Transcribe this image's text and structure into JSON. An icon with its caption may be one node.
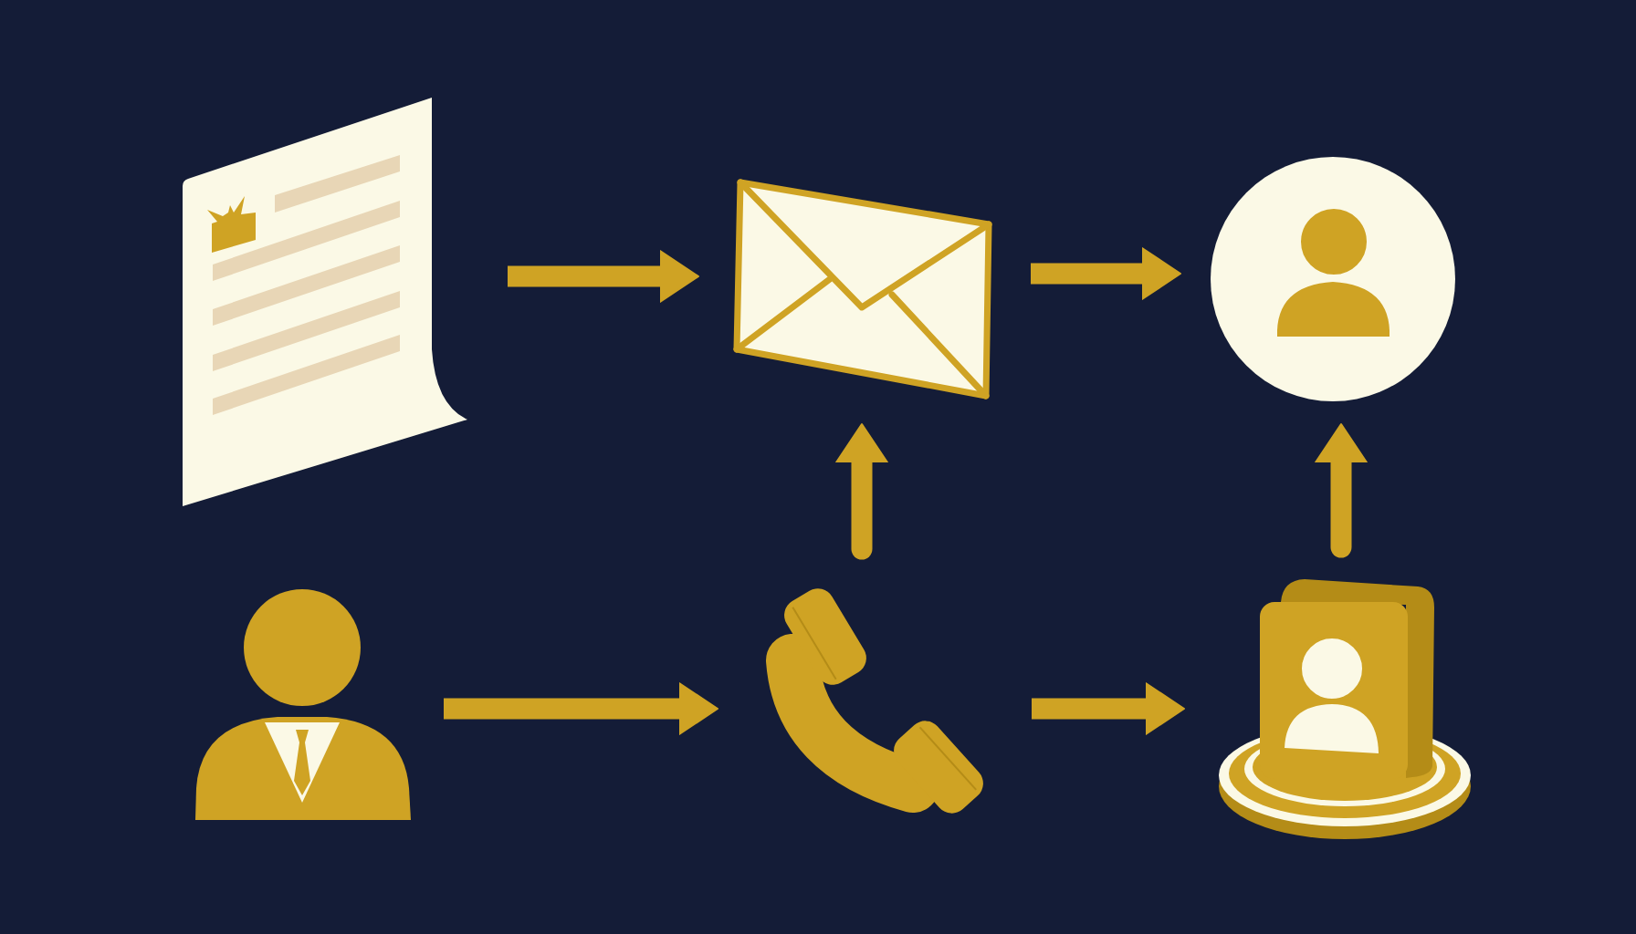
{
  "diagram": {
    "nodes": [
      {
        "text": [],
        "shape": "picture"
      },
      {
        "text": [],
        "shape": "picture"
      },
      {
        "text": [],
        "shape": "picture"
      },
      {
        "text": [],
        "shape": "person"
      },
      {
        "text": [],
        "shape": "picture"
      },
      {
        "text": [],
        "shape": "picture"
      }
    ],
    "edges": [
      {
        "from": 0,
        "to": 1,
        "arrow": "to"
      },
      {
        "from": 1,
        "to": 2,
        "arrow": "to"
      },
      {
        "from": 3,
        "to": 4,
        "arrow": "to"
      },
      {
        "from": 4,
        "to": 5,
        "arrow": "to"
      },
      {
        "from": 4,
        "to": 1,
        "arrow": "to"
      },
      {
        "from": 5,
        "to": 2,
        "arrow": "to"
      }
    ]
  }
}
